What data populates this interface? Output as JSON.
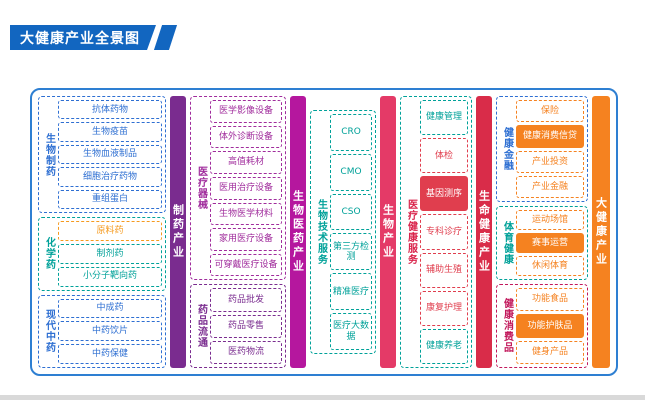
{
  "title": "大健康产业全景图",
  "colors": {
    "banner_blue": "#1266c0",
    "outline_blue": "#2e7fd2",
    "blue": "#2e6fd2",
    "teal": "#00a199",
    "violet": "#7a2c8f",
    "magenta": "#a02c9c",
    "magenta_bar": "#b5179e",
    "rose_bar": "#e43a67",
    "crimson_bar": "#d92c49",
    "red_item": "#e03e4e",
    "orange": "#f58220",
    "pink": "#c2185b"
  },
  "bars": {
    "pharma": "制药产业",
    "biomed": "生物医药产业",
    "bio": "生物产业",
    "life": "生命健康产业",
    "big_health": "大健康产业"
  },
  "groups": {
    "bio_pharma": {
      "label": "生物制药",
      "items": [
        "抗体药物",
        "生物疫苗",
        "生物血液制品",
        "细胞治疗药物",
        "重组蛋白"
      ]
    },
    "chem": {
      "label": "化学药",
      "items": [
        "原料药",
        "制剂药",
        "小分子靶向药"
      ]
    },
    "tcm": {
      "label": "现代中药",
      "items": [
        "中成药",
        "中药饮片",
        "中药保健"
      ]
    },
    "device": {
      "label": "医疗器械",
      "items": [
        "医学影像设备",
        "体外诊断设备",
        "高值耗材",
        "医用治疗设备",
        "生物医学材料",
        "家用医疗设备",
        "可穿戴医疗设备"
      ]
    },
    "distribution": {
      "label": "药品流通",
      "items": [
        "药品批发",
        "药品零售",
        "医药物流"
      ]
    },
    "biotech": {
      "label": "生物技术服务",
      "items": [
        "CRO",
        "CMO",
        "CSO",
        "第三方检测",
        "精准医疗",
        "医疗大数据"
      ]
    },
    "med_service": {
      "label": "医疗健康服务",
      "items": [
        "健康管理",
        "体检",
        "基因测序",
        "专科诊疗",
        "辅助生殖",
        "康复护理",
        "健康养老"
      ]
    },
    "finance": {
      "label": "健康金融",
      "items": [
        "保险",
        "健康消费信贷",
        "产业投资",
        "产业金融"
      ]
    },
    "sports": {
      "label": "体育健康",
      "items": [
        "运动场馆",
        "赛事运营",
        "休闲体育"
      ]
    },
    "consumer": {
      "label": "健康消费品",
      "items": [
        "功能食品",
        "功能护肤品",
        "健身产品"
      ]
    }
  }
}
